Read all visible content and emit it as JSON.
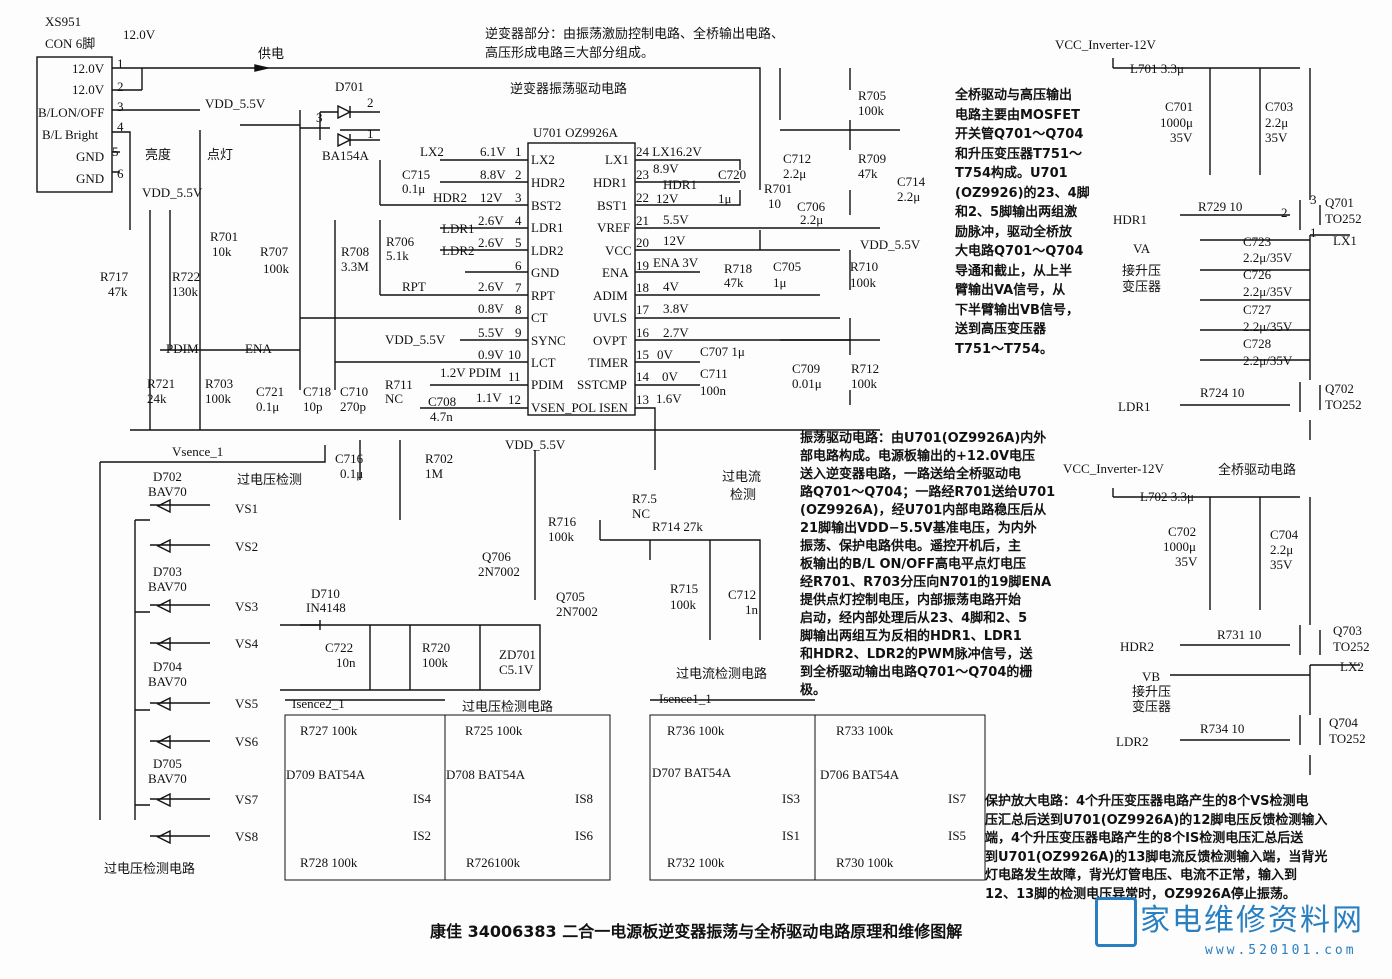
{
  "caption": "康佳 34006383 二合一电源板逆变器振荡与全桥驱动电路原理和维修图解",
  "watermark": {
    "name": "家电维修资料网",
    "url": "www.520101.com"
  },
  "paragraphs": {
    "inverter_intro": [
      "逆变器部分：由振荡激励控制电路、全桥输出电路、",
      "高压形成电路三大部分组成。"
    ],
    "fullbridge": [
      "全桥驱动与高压输出",
      "电路主要由MOSFET",
      "开关管Q701～Q704",
      "和升压变压器T751～",
      "T754构成。U701",
      "(OZ9926)的23、4脚",
      "和2、5脚输出两组激",
      "励脉冲，驱动全桥放",
      "大电路Q701～Q704",
      "导通和截止，从上半",
      "臂输出VA信号，从",
      "下半臂输出VB信号，",
      "送到高压变压器",
      "T751～T754。"
    ],
    "oscillator": [
      "振荡驱动电路：由U701(OZ9926A)内外",
      "部电路构成。电源板输出的+12.0V电压",
      "送入逆变器电路，一路送给全桥驱动电",
      "路Q701～Q704；一路经R701送给U701",
      "(OZ9926A)，经U701内部电路稳压后从",
      "21脚输出VDD−5.5V基准电压，为内外",
      "振荡、保护电路供电。遥控开机后，主",
      "板输出的B/L  ON/OFF高电平点灯电压",
      "经R701、R703分压向N701的19脚ENA",
      "提供点灯控制电压，内部振荡电路开始",
      "启动，经内部处理后从23、4脚和2、5",
      "脚输出两组互为反相的HDR1、LDR1",
      "和HDR2、LDR2的PWM脉冲信号，送",
      "到全桥驱动输出电路Q701～Q704的栅",
      "极。"
    ],
    "protection": [
      "保护放大电路：4个升压变压器电路产生的8个VS检测电",
      "压汇总后送到U701(OZ9926A)的12脚电压反馈检测输入",
      "端，4个升压变压器电路产生的8个IS检测电压汇总后送",
      "到U701(OZ9926A)的13脚电流反馈检测输入端，当背光",
      "灯电路发生故障，背光灯管电压、电流不正常，输入到",
      "12、13脚的检测电压异常时，OZ9926A停止振荡。"
    ]
  },
  "labels": {
    "xs951": "XS951",
    "con": "CON 6脚",
    "v12top": "12.0V",
    "p1v": "12.0V",
    "p2v": "12.0V",
    "p3": "B/LON/OFF",
    "p4": "B/L Bright",
    "p5": "GND",
    "p6": "GND",
    "n1": "1",
    "n2": "2",
    "n3": "3",
    "n4": "4",
    "n5": "5",
    "n6": "6",
    "gongdian": "供电",
    "osc_title": "逆变器振荡驱动电路",
    "d701": "D701",
    "d701_2": "2",
    "d701_3": "3",
    "d701_1": "1",
    "ba154": "BA154A",
    "vdd1": "VDD_5.5V",
    "liangdu": "亮度",
    "diandeng": "点灯",
    "vdd2": "VDD_5.5V",
    "lx2a": "LX2",
    "v61": "6.1V",
    "c715": "C715",
    "c715v": "0.1μ",
    "v88": "8.8V",
    "hdr2l": "HDR2",
    "v12b": "12V",
    "v26a": "2.6V",
    "ldr1l": "LDR1",
    "v26b": "2.6V",
    "ldr2l": "LDR2",
    "r708": "R708",
    "r708v": "3.3M",
    "r706": "R706",
    "r706v": "5.1k",
    "r707": "R707",
    "r707v": "100k",
    "rpt": "RPT",
    "v26c": "2.6V",
    "v08": "0.8V",
    "vdd3": "VDD_5.5V",
    "v55": "5.5V",
    "v09": "0.9V",
    "pdim12": "1.2V PDIM",
    "v11": "1.1V",
    "c708": "C708",
    "c708v": "4.7n",
    "r711": "R711",
    "r711v": "NC",
    "u701": "U701 OZ9926A",
    "pl1": "LX2",
    "pl2": "HDR2",
    "pl3": "BST2",
    "pl4": "LDR1",
    "pl5": "LDR2",
    "pl6": "GND",
    "pl7": "RPT",
    "pl8": "CT",
    "pl9": "SYNC",
    "pl10": "LCT",
    "pl11": "PDIM",
    "pl12": "VSEN_POL",
    "pn1": "1",
    "pn2": "2",
    "pn3": "3",
    "pn4": "4",
    "pn5": "5",
    "pn6": "6",
    "pn7": "7",
    "pn8": "8",
    "pn9": "9",
    "pn10": "10",
    "pn11": "11",
    "pn12": "12",
    "pr24": "LX1",
    "pr23": "HDR1",
    "pr22": "BST1",
    "pr21": "VREF",
    "pr20": "VCC",
    "pr19": "ENA",
    "pr18": "ADIM",
    "pr17": "UVLS",
    "pr16": "OVPT",
    "pr15": "TIMER",
    "pr14": "SSTCMP",
    "pr13": "ISEN",
    "rn24": "24 LX16.2V",
    "rn23": "23",
    "rn22": "22",
    "rn21": "21",
    "rn20": "20",
    "rn19": "19",
    "rn18": "18",
    "rn17": "17",
    "rn16": "16",
    "rn15": "15",
    "rn14": "14",
    "rn13": "13",
    "v89": "8.9V",
    "hdr1r": "HDR1",
    "v12r": "12V",
    "c720": "C720",
    "c720v": "1μ",
    "v55r": "5.5V",
    "v12r2": "12V",
    "ena3": "ENA  3V",
    "v4": "4V",
    "v38": "3.8V",
    "v27": "2.7V",
    "v0a": "0V",
    "c707": "C707 1μ",
    "v0b": "0V",
    "c711": "C711",
    "c711v": "100n",
    "v16": "1.6V",
    "r705": "R705",
    "r705v": "100k",
    "c712": "C712",
    "c712v": "2.2μ",
    "r709": "R709",
    "r709v": "47k",
    "c714": "C714",
    "c714v": "2.2μ",
    "r701": "R701",
    "r701v": "10",
    "c706": "C706",
    "c706v": "2.2μ",
    "vdd4": "VDD_5.5V",
    "r718": "R718",
    "r718v": "47k",
    "c705": "C705",
    "c705v": "1μ",
    "r710": "R710",
    "r710v": "100k",
    "c709": "C709",
    "c709v": "0.01μ",
    "r712": "R712",
    "r712v": "100k",
    "vcc1": "VCC_Inverter-12V",
    "l701": "L701 3.3μ",
    "c701": "C701",
    "c701v": "1000μ",
    "c701w": "35V",
    "c703": "C703",
    "c703v": "2.2μ",
    "c703w": "35V",
    "q701": "Q701",
    "q701p": "TO252",
    "r729": "R729 10",
    "hdr1q": "HDR1",
    "q1n2": "2",
    "q1n3": "3",
    "q1n1": "1",
    "lx1": "LX1",
    "va": "VA",
    "jsy1": "接升压",
    "byq1": "变压器",
    "c723": "C723",
    "c723v": "2.2μ/35V",
    "c726": "C726",
    "c726v": "2.2μ/35V",
    "c727": "C727",
    "c727v": "2.2μ/35V",
    "c728": "C728",
    "c728v": "2.2μ/35V",
    "r724": "R724 10",
    "q702": "Q702",
    "q702p": "TO252",
    "ldr1q": "LDR1",
    "fb_title": "全桥驱动电路",
    "vcc2": "VCC_Inverter-12V",
    "l702": "L702 3.3μ",
    "c702": "C702",
    "c702v": "1000μ",
    "c702w": "35V",
    "c704": "C704",
    "c704v": "2.2μ",
    "c704w": "35V",
    "hdr2q": "HDR2",
    "r731": "R731 10",
    "q703": "Q703",
    "q703p": "TO252",
    "vb": "VB",
    "lx2q": "LX2",
    "jsy2": "接升压",
    "byq2": "变压器",
    "r734": "R734 10",
    "q704": "Q704",
    "q704p": "TO252",
    "ldr2q": "LDR2",
    "r717": "R717",
    "r717v": "47k",
    "r722": "R722",
    "r722v": "130k",
    "r701b": "R701",
    "r701bv": "10k",
    "pdim": "PDIM",
    "ena": "ENA",
    "r721": "R721",
    "r721v": "24k",
    "r703": "R703",
    "r703v": "100k",
    "c721": "C721",
    "c721v": "0.1μ",
    "c718": "C718",
    "c718v": "10p",
    "c710": "C710",
    "c710v": "270p",
    "vsence": "Vsence_1",
    "c716": "C716",
    "c716v": "0.1μ",
    "r702": "R702",
    "r702v": "1M",
    "gdyjc": "过电压检测",
    "d702": "D702",
    "d702p": "BAV70",
    "vs1": "VS1",
    "vs2": "VS2",
    "d703": "D703",
    "d703p": "BAV70",
    "vs3": "VS3",
    "vs4": "VS4",
    "d704": "D704",
    "d704p": "BAV70",
    "vs5": "VS5",
    "vs6": "VS6",
    "d705": "D705",
    "d705p": "BAV70",
    "vs7": "VS7",
    "vs8": "VS8",
    "ovd_title": "过电压检测电路",
    "vdd5": "VDD_5.5V",
    "r716": "R716",
    "r716v": "100k",
    "r75": "R7.5",
    "r75v": "NC",
    "r714": "R714 27k",
    "gdl1": "过电流",
    "gdl2": "检测",
    "q706": "Q706",
    "q706p": "2N7002",
    "q705": "Q705",
    "q705p": "2N7002",
    "d710": "D710",
    "d710p": "IN4148",
    "c722": "C722",
    "c722v": "10n",
    "r720": "R720",
    "r720v": "100k",
    "zd701": "ZD701",
    "zd701v": "C5.1V",
    "r715": "R715",
    "r715v": "100k",
    "c712b": "C712",
    "c712bv": "1n",
    "ocd_title": "过电流检测电路",
    "is2s": "Isence2_1",
    "ovd_title2": "过电压检测电路",
    "is1s": "Isence1_1",
    "r727": "R727 100k",
    "d709": "D709 BAT54A",
    "is4": "IS4",
    "is2": "IS2",
    "r728": "R728 100k",
    "r725": "R725 100k",
    "d708": "D708 BAT54A",
    "is8": "IS8",
    "is6": "IS6",
    "r726": "R726100k",
    "r736": "R736 100k",
    "d707": "D707 BAT54A",
    "is3": "IS3",
    "is1": "IS1",
    "r732": "R732 100k",
    "r733": "R733 100k",
    "d706": "D706 BAT54A",
    "is7": "IS7",
    "is5": "IS5",
    "r730": "R730 100k"
  }
}
